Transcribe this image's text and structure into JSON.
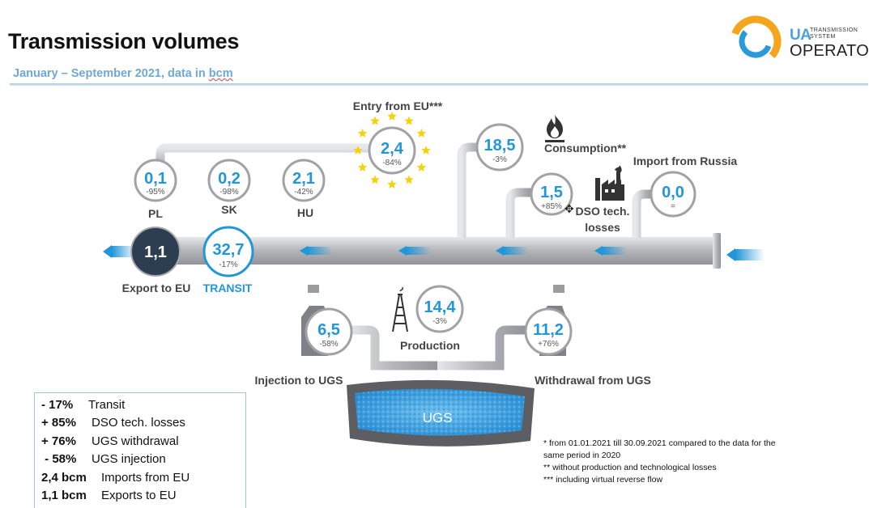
{
  "title": "Transmission volumes",
  "subtitle": {
    "prefix": "January – September 2021, data in ",
    "unit": "bcm"
  },
  "logo": {
    "ua": "UA",
    "line1": "TRANSMISSION",
    "line2": "SYSTEM",
    "operator": "OPERATOR"
  },
  "nodes": {
    "entry_eu": {
      "label": "Entry from EU***",
      "value": "2,4",
      "change": "-84%"
    },
    "pl": {
      "label": "PL",
      "value": "0,1",
      "change": "-95%"
    },
    "sk": {
      "label": "SK",
      "value": "0,2",
      "change": "-98%"
    },
    "hu": {
      "label": "HU",
      "value": "2,1",
      "change": "-42%"
    },
    "consumption": {
      "label": "Consumption**",
      "value": "18,5",
      "change": "-3%"
    },
    "dso": {
      "label1": "DSO tech.",
      "label2": "losses",
      "value": "1,5",
      "change": "+85%"
    },
    "russia": {
      "label": "Import from Russia",
      "value": "0,0",
      "change": "="
    },
    "export_eu": {
      "label": "Export to EU",
      "value": "1,1"
    },
    "transit": {
      "label": "TRANSIT",
      "value": "32,7",
      "change": "-17%"
    },
    "production": {
      "label": "Production",
      "value": "14,4",
      "change": "-3%"
    },
    "injection": {
      "label": "Injection to UGS",
      "value": "6,5",
      "change": "-58%"
    },
    "withdrawal": {
      "label": "Withdrawal from UGS",
      "value": "11,2",
      "change": "+76%"
    },
    "ugs": {
      "label": "UGS"
    }
  },
  "legend": [
    {
      "key": "- 17%",
      "text": "Transit"
    },
    {
      "key": "+ 85%",
      "text": "DSO tech. losses"
    },
    {
      "key": "+ 76%",
      "text": "UGS withdrawal"
    },
    {
      "key": " - 58%",
      "text": "UGS injection"
    },
    {
      "key": "2,4 bcm",
      "text": "Imports from EU"
    },
    {
      "key": "1,1 bcm",
      "text": "Exports to EU"
    }
  ],
  "notes": [
    "* from   01.01.2021 till 30.09.2021 compared to the data for the same period in 2020",
    "** without production and technological losses",
    "*** including virtual reverse flow"
  ],
  "colors": {
    "accent": "#2196d8",
    "pipe": "#b5b7bb",
    "export_node": "#2d3e50",
    "ugs": "#3aa0e0"
  }
}
